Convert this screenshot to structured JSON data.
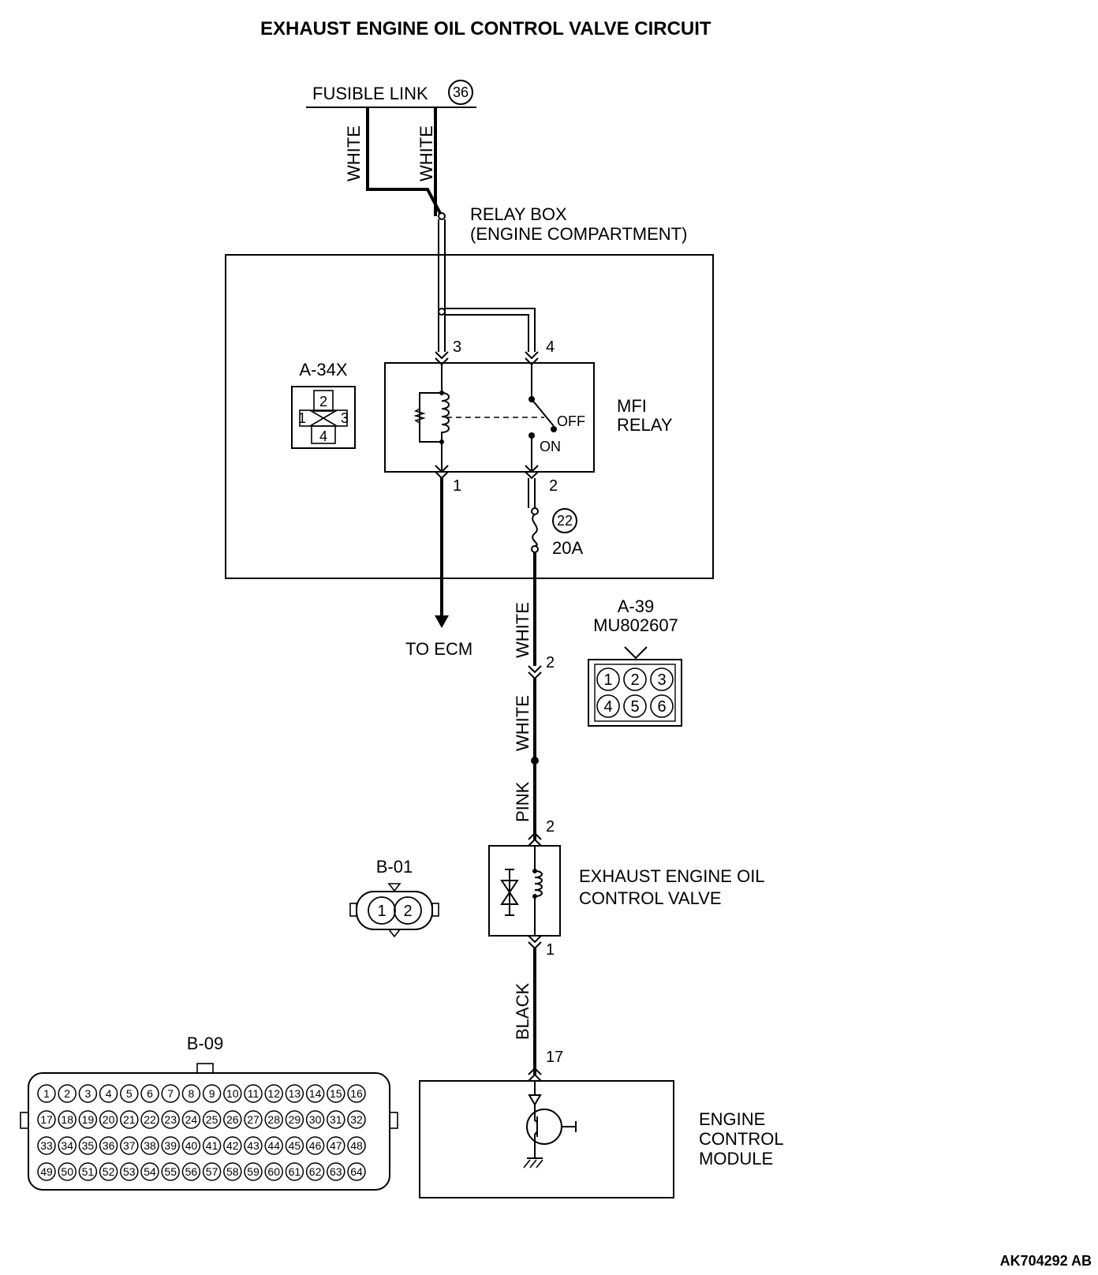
{
  "title": "EXHAUST ENGINE OIL CONTROL VALVE CIRCUIT",
  "fusible_link": {
    "label": "FUSIBLE LINK",
    "number": "36"
  },
  "wires": {
    "top_left": "WHITE",
    "top_right": "WHITE",
    "mid_upper": "WHITE",
    "mid_lower": "WHITE",
    "pink": "PINK",
    "black": "BLACK"
  },
  "relay_box": {
    "line1": "RELAY BOX",
    "line2": "(ENGINE COMPARTMENT)"
  },
  "relay": {
    "connector": "A-34X",
    "name_line1": "MFI",
    "name_line2": "RELAY",
    "off": "OFF",
    "on": "ON",
    "pins": {
      "p1": "1",
      "p2": "2",
      "p3": "3",
      "p4": "4"
    },
    "connector_pins": [
      "2",
      "1",
      "3",
      "4"
    ]
  },
  "fuse": {
    "number": "22",
    "rating": "20A"
  },
  "to_ecm": "TO ECM",
  "a39": {
    "id": "A-39",
    "part": "MU802607",
    "pins": [
      "1",
      "2",
      "3",
      "4",
      "5",
      "6"
    ],
    "wire_pin": "2"
  },
  "valve": {
    "line1": "EXHAUST ENGINE OIL",
    "line2": "CONTROL VALVE",
    "pin_top": "2",
    "pin_bottom": "1"
  },
  "b01": {
    "id": "B-01",
    "pins": [
      "1",
      "2"
    ]
  },
  "ecm": {
    "line1": "ENGINE",
    "line2": "CONTROL",
    "line3": "MODULE",
    "pin": "17"
  },
  "b09": {
    "id": "B-09",
    "rows": [
      [
        "1",
        "2",
        "3",
        "4",
        "5",
        "6",
        "7",
        "8",
        "9",
        "10",
        "11",
        "12",
        "13",
        "14",
        "15",
        "16"
      ],
      [
        "17",
        "18",
        "19",
        "20",
        "21",
        "22",
        "23",
        "24",
        "25",
        "26",
        "27",
        "28",
        "29",
        "30",
        "31",
        "32"
      ],
      [
        "33",
        "34",
        "35",
        "36",
        "37",
        "38",
        "39",
        "40",
        "41",
        "42",
        "43",
        "44",
        "45",
        "46",
        "47",
        "48"
      ],
      [
        "49",
        "50",
        "51",
        "52",
        "53",
        "54",
        "55",
        "56",
        "57",
        "58",
        "59",
        "60",
        "61",
        "62",
        "63",
        "64"
      ]
    ]
  },
  "figure_code": "AK704292 AB"
}
